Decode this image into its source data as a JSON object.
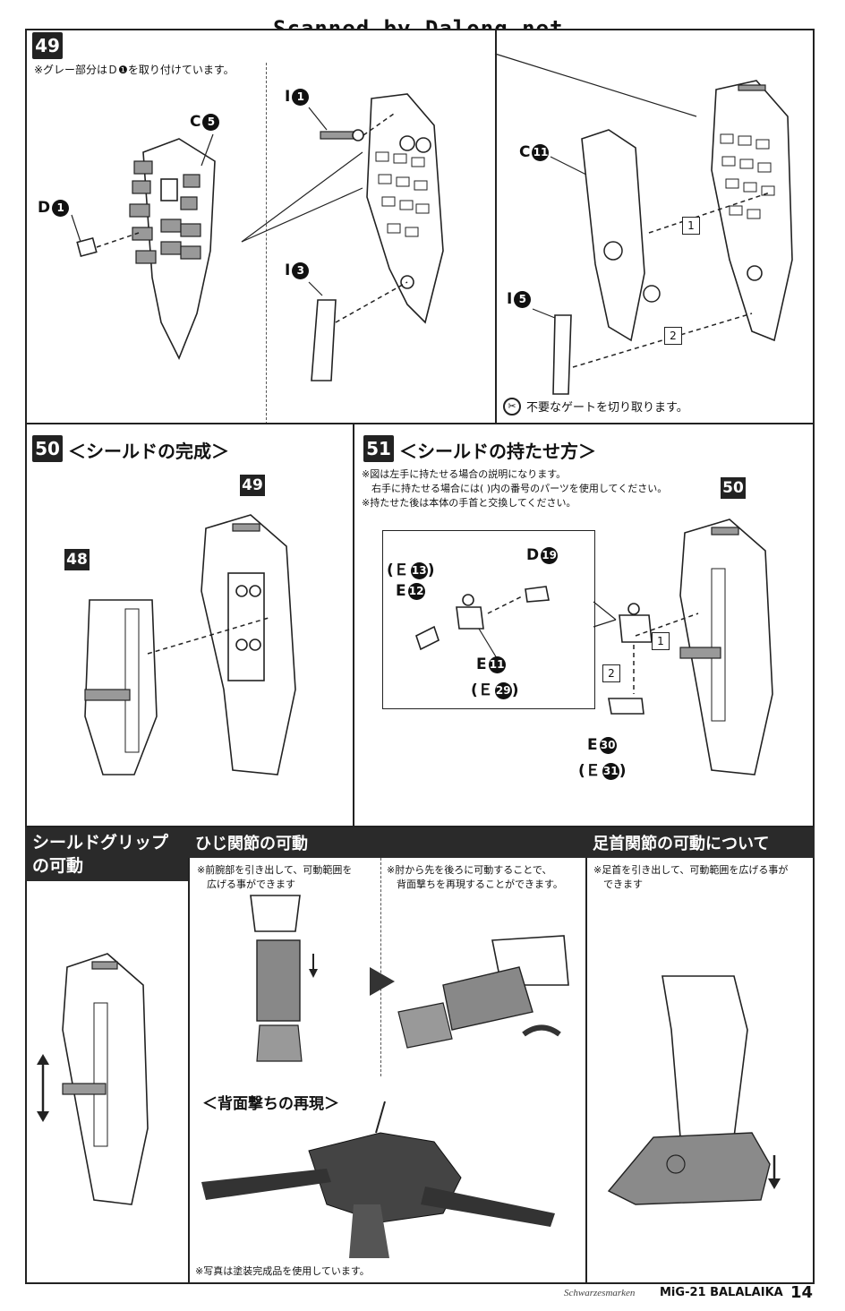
{
  "watermark": "Scanned by Dalong.net",
  "step49": {
    "num": "49",
    "note": "※グレー部分はＤ❶を取り付けています。",
    "labels": {
      "c5": "C",
      "c5n": "5",
      "d1": "D",
      "d1n": "1",
      "i1": "I",
      "i1n": "1",
      "i3": "I",
      "i3n": "3",
      "c11": "C",
      "c11n": "11",
      "i5": "I",
      "i5n": "5"
    },
    "gate_note": "不要なゲートを切り取ります。",
    "arrows": [
      "1",
      "2"
    ]
  },
  "step50": {
    "num": "50",
    "title": "＜シールドの完成＞",
    "tags": [
      "49",
      "48"
    ]
  },
  "step51": {
    "num": "51",
    "title": "＜シールドの持たせ方＞",
    "note": "※図は左手に持たせる場合の説明になります。\n　右手に持たせる場合には( )内の番号のパーツを使用してください。\n※持たせた後は本体の手首と交換してください。",
    "tag": "50",
    "labels": {
      "e13": "(Ｅ",
      "e13n": "13",
      "d19": "D",
      "d19n": "19",
      "e12": "E",
      "e12n": "12",
      "e11": "E",
      "e11n": "11",
      "e29": "(Ｅ",
      "e29n": "29",
      "e30": "E",
      "e30n": "30",
      "e31": "(Ｅ",
      "e31n": "31",
      "close": ")"
    },
    "arrows": [
      "1",
      "2"
    ]
  },
  "grip": {
    "title": "シールドグリップの可動"
  },
  "elbow": {
    "title": "ひじ関節の可動",
    "note1": "※前腕部を引き出して、可動範囲を\n　広げる事ができます",
    "note2": "※肘から先を後ろに可動することで、\n　背面撃ちを再現することができます。",
    "sub": "＜背面撃ちの再現＞",
    "photo_note": "※写真は塗装完成品を使用しています。"
  },
  "ankle": {
    "title": "足首関節の可動について",
    "note": "※足首を引き出して、可動範囲を広げる事が\n　できます"
  },
  "footer": {
    "series": "Schwarzesmarken",
    "model": "MiG-21 BALALAIKA",
    "page": "14"
  }
}
